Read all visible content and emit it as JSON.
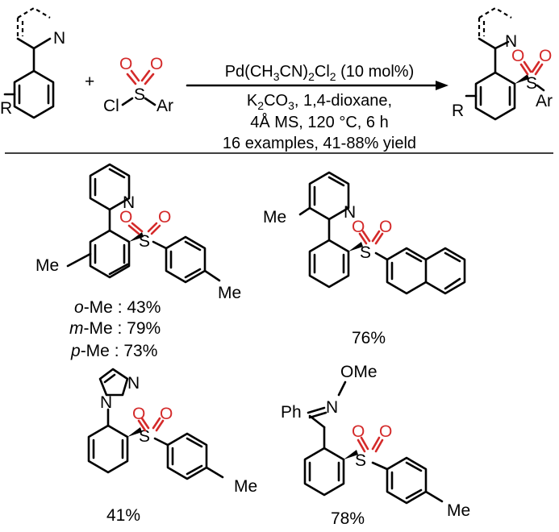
{
  "scheme": {
    "conditions": {
      "catalyst_prefix": "Pd(CH",
      "catalyst_sub1": "3",
      "catalyst_mid": "CN)",
      "catalyst_sub2": "2",
      "catalyst_cl": "Cl",
      "catalyst_sub3": "2",
      "catalyst_suffix": " (10 mol%)",
      "base_prefix": "K",
      "base_sub1": "2",
      "base_mid": "CO",
      "base_sub2": "3",
      "base_suffix": ", 1,4-dioxane,",
      "line3": "4Å MS, 120 °C, 6 h",
      "line4": "16 examples, 41-88% yield"
    },
    "labels": {
      "N": "N",
      "O": "O",
      "S": "S",
      "Cl": "Cl",
      "Ar": "Ar",
      "R": "R",
      "plus": "+",
      "Me": "Me",
      "OMe": "OMe",
      "Ph": "Ph"
    },
    "products": {
      "p1_yields": [
        {
          "prefix": "o",
          "suffix": "-Me : 43%"
        },
        {
          "prefix": "m",
          "suffix": "-Me : 79%"
        },
        {
          "prefix": "p",
          "suffix": "-Me : 73%"
        }
      ],
      "p2_yield": "76%",
      "p3_yield": "41%",
      "p4_yield": "78%"
    }
  }
}
